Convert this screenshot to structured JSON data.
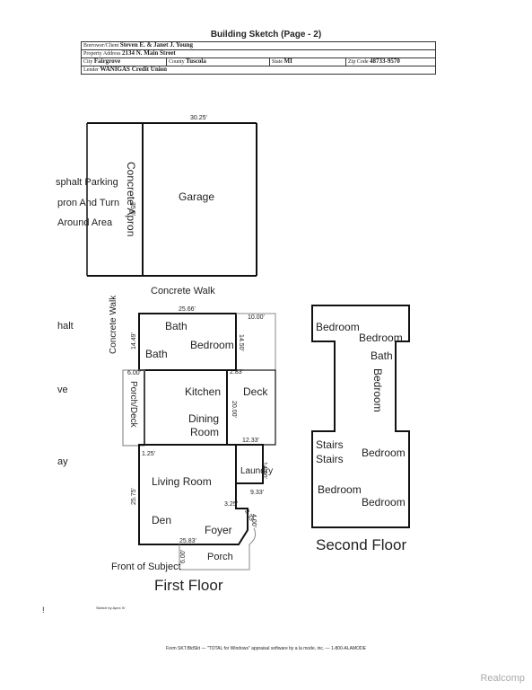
{
  "header": {
    "title": "Building Sketch (Page - 2)",
    "borrower_label": "Borrower/Client",
    "borrower": "Steven E. & Janet J. Young",
    "address_label": "Property Address",
    "address": "2134 N. Main Street",
    "city_label": "City",
    "city": "Fairgrove",
    "county_label": "County",
    "county": "Tuscola",
    "state_label": "State",
    "state": "MI",
    "zip_label": "Zip Code",
    "zip": "48733-9570",
    "lender_label": "Lender",
    "lender": "WANIGAS Credit Union"
  },
  "sketch": {
    "garage": {
      "label": "Garage",
      "width": "30.25'",
      "apron_depth": "35.0'"
    },
    "concrete_apron": "Concrete Apron",
    "asphalt_parking": [
      "sphalt Parking",
      "pron And Turn",
      "Around Area"
    ],
    "concrete_walk_h": "Concrete Walk",
    "concrete_walk_v": "Concrete Walk",
    "cut_left": [
      "halt",
      "ve",
      "ay"
    ],
    "first_floor": {
      "title": "First Floor",
      "rooms": [
        "Bath",
        "Bedroom",
        "Bath",
        "Kitchen",
        "Deck",
        "Dining",
        "Room",
        "Porch/Deck",
        "Laundry",
        "Living Room",
        "Den",
        "Foyer",
        "Porch"
      ],
      "dims": [
        "25.66'",
        "10.00'",
        "14.49'",
        "14.50'",
        "6.00'",
        "2.83'",
        "20.00'",
        "12.33'",
        "1.25'",
        "14.00'",
        "9.33'",
        "25.75'",
        "3.25'",
        "2.33'",
        "4.00'",
        "25.83'",
        "6.00'"
      ],
      "front_of_subject": "Front of Subject"
    },
    "second_floor": {
      "title": "Second Floor",
      "rooms": [
        "Bedroom",
        "Bedroom",
        "Bath",
        "Bedroom",
        "Stairs",
        "Stairs",
        "Bedroom",
        "Bedroom",
        "Bedroom"
      ]
    }
  },
  "small_note": "Sketch by Apex IV",
  "mark": "!",
  "footer": "Form SKT.BldSkt — \"TOTAL for Windows\" appraisal software by a la mode, inc. — 1-800-ALAMODE",
  "watermark": "Realcomp"
}
